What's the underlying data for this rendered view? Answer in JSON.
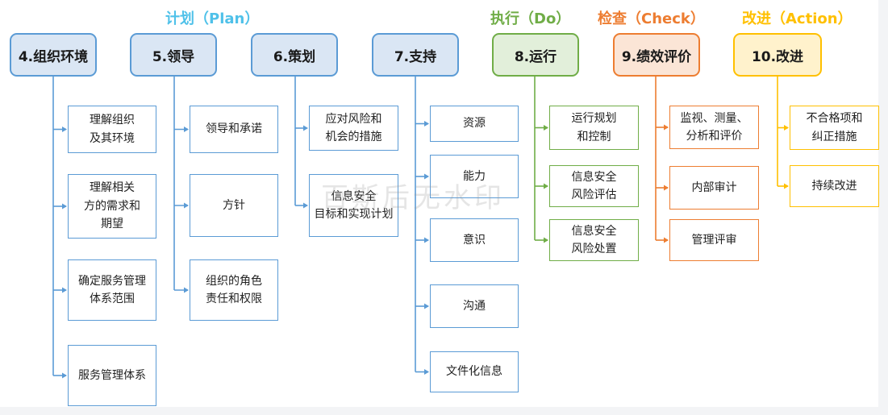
{
  "phases": {
    "plan": "计划（Plan）",
    "do": "执行（Do）",
    "check": "检查（Check）",
    "act": "改进（Action）"
  },
  "colors": {
    "blue": "#5b9bd5",
    "blue_fill": "#dae6f4",
    "green": "#70ad47",
    "green_fill": "#e2efda",
    "orange": "#ed7d31",
    "orange_fill": "#fbe5d6",
    "yellow": "#ffc000",
    "yellow_fill": "#fff2cc",
    "plan_text": "#4fc1e9"
  },
  "columns": [
    {
      "title": "4.组织环境",
      "items": [
        [
          "理解组织",
          "及其环境"
        ],
        [
          "理解相关",
          "方的需求和",
          "期望"
        ],
        [
          "确定服务管理",
          "体系范围"
        ],
        [
          "服务管理体系"
        ]
      ]
    },
    {
      "title": "5.领导",
      "items": [
        [
          "领导和承诺"
        ],
        [
          "方针"
        ],
        [
          "组织的角色",
          "责任和权限"
        ]
      ]
    },
    {
      "title": "6.策划",
      "items": [
        [
          "应对风险和",
          "机会的措施"
        ],
        [
          "信息安全",
          "目标和实现计划"
        ]
      ]
    },
    {
      "title": "7.支持",
      "items": [
        [
          "资源"
        ],
        [
          "能力"
        ],
        [
          "意识"
        ],
        [
          "沟通"
        ],
        [
          "文件化信息"
        ]
      ]
    },
    {
      "title": "8.运行",
      "items": [
        [
          "运行规划",
          "和控制"
        ],
        [
          "信息安全",
          "风险评估"
        ],
        [
          "信息安全",
          "风险处置"
        ]
      ]
    },
    {
      "title": "9.绩效评价",
      "items": [
        [
          "监视、测量、",
          "分析和评价"
        ],
        [
          "内部审计"
        ],
        [
          "管理评审"
        ]
      ]
    },
    {
      "title": "10.改进",
      "items": [
        [
          "不合格项和",
          "纠正措施"
        ],
        [
          "持续改进"
        ]
      ]
    }
  ],
  "watermark": "百斯后无水印"
}
